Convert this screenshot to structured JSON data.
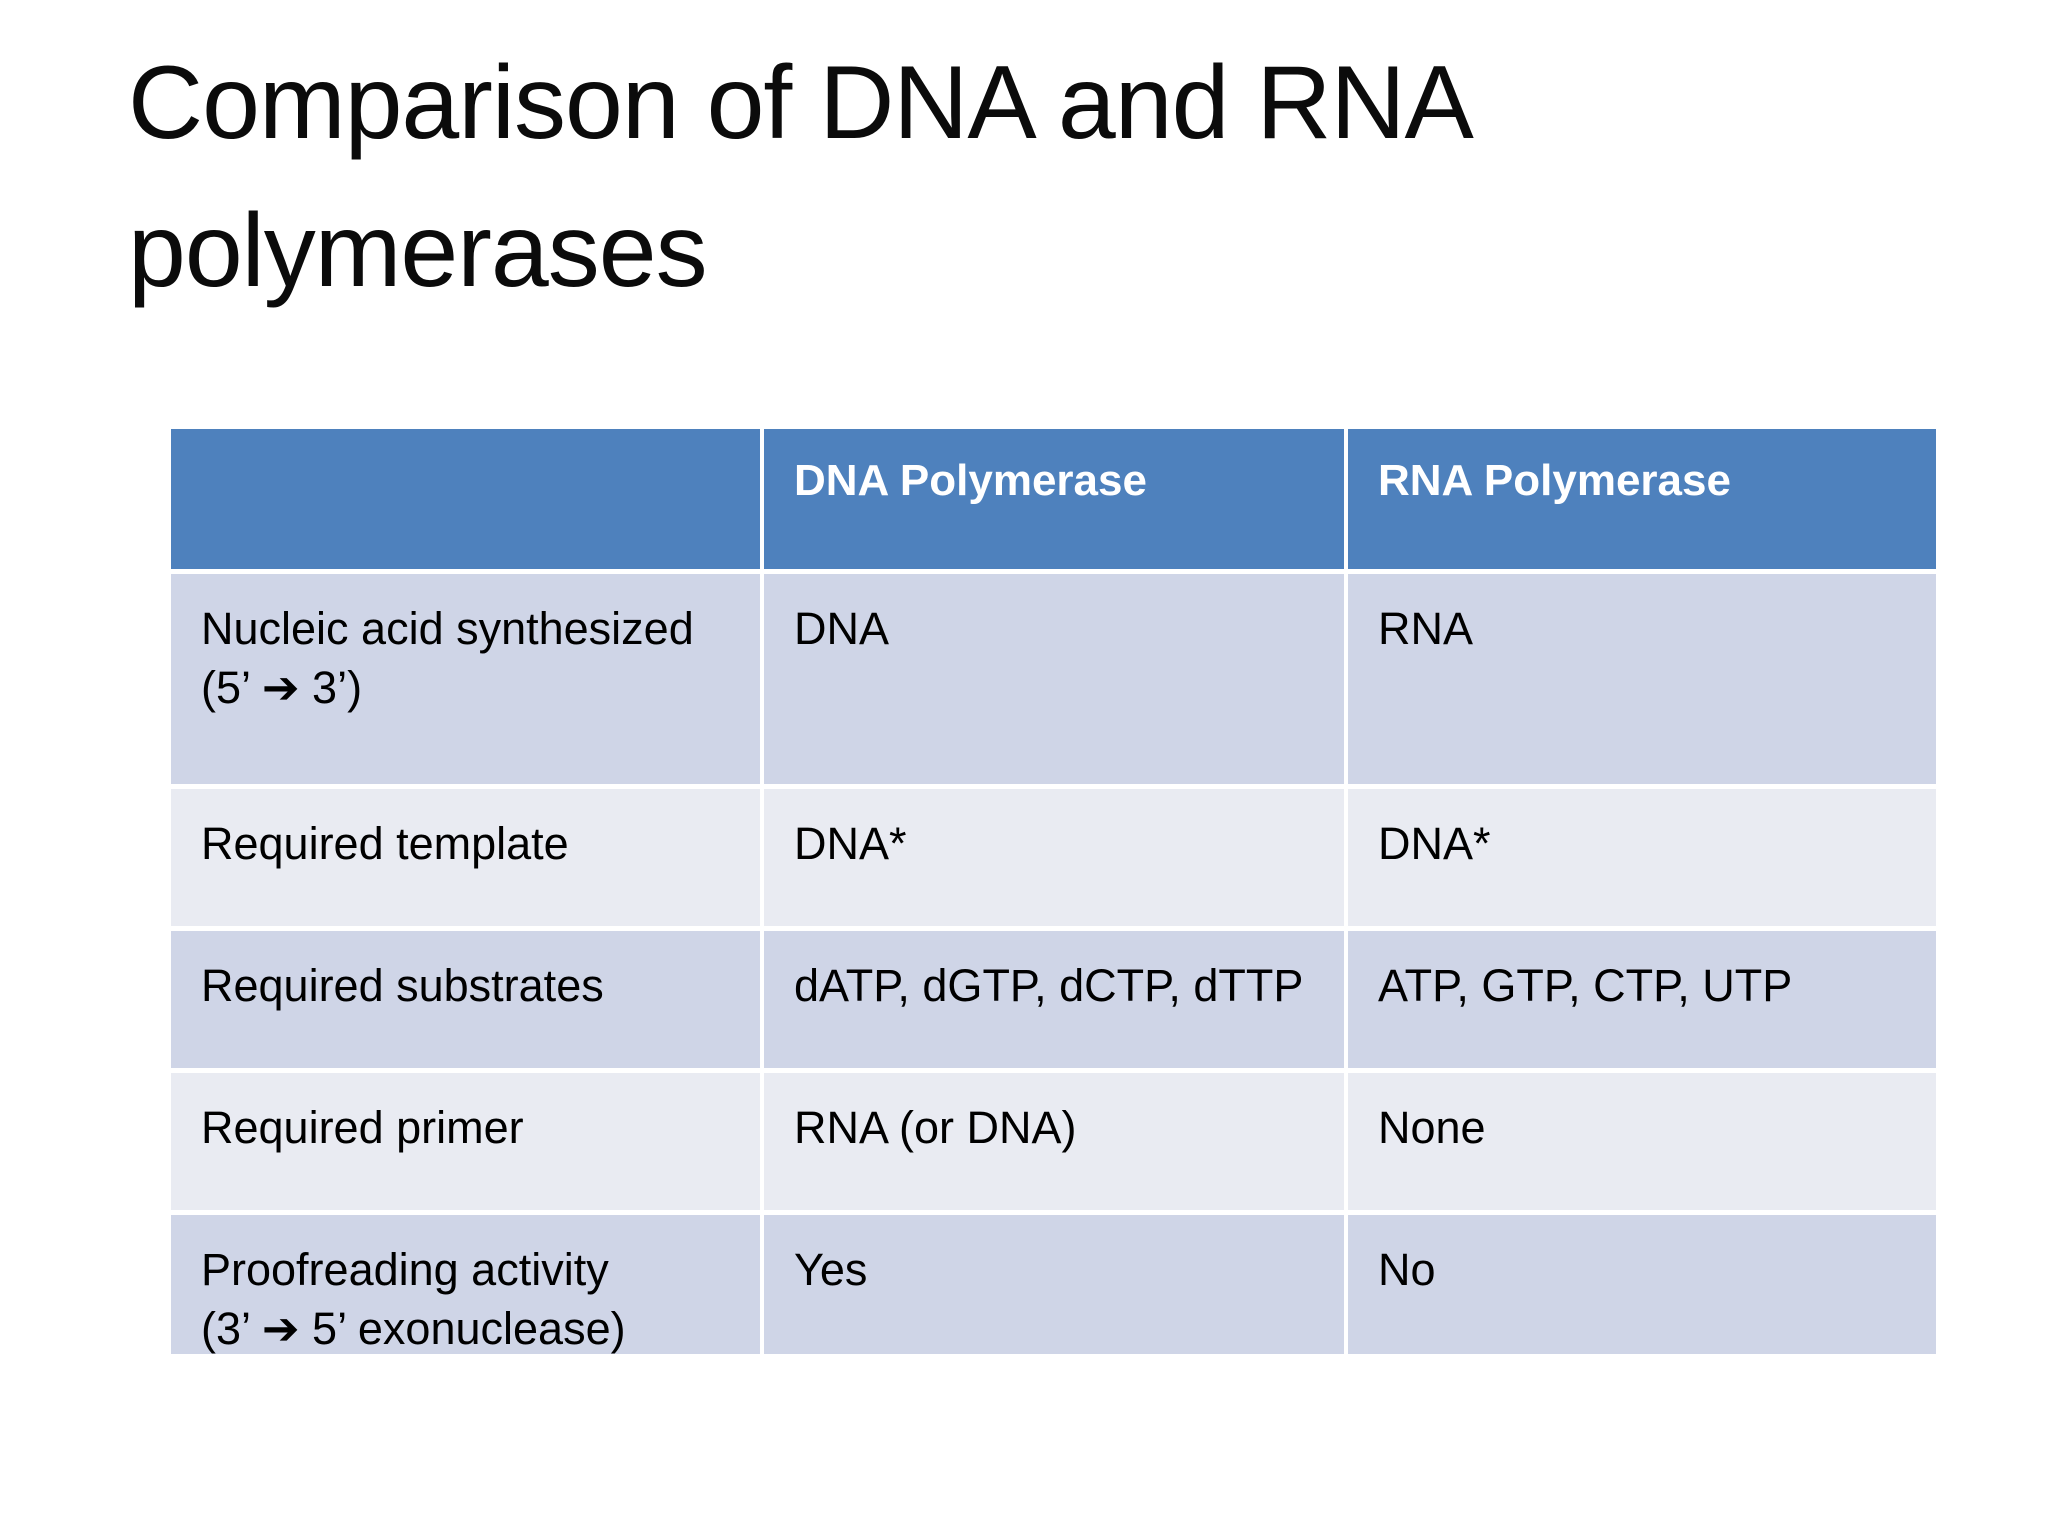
{
  "title": {
    "text": "Comparison of DNA and RNA polymerases",
    "lines": [
      "Comparison of DNA and RNA",
      "polymerases"
    ]
  },
  "table": {
    "header": {
      "row_label_column": "",
      "col_dna": "DNA Polymerase",
      "col_rna": "RNA Polymerase"
    },
    "rows": [
      {
        "label": "Nucleic acid synthesized\n(5’ ➔ 3’)",
        "dna": "DNA",
        "rna": "RNA"
      },
      {
        "label": "Required template",
        "dna": "DNA*",
        "rna": "DNA*"
      },
      {
        "label": "Required substrates",
        "dna": "dATP, dGTP, dCTP, dTTP",
        "rna": "ATP, GTP, CTP, UTP"
      },
      {
        "label": "Required primer",
        "dna": "RNA (or DNA)",
        "rna": "None"
      },
      {
        "label": "Proofreading activity\n(3’ ➔ 5’ exonuclease)",
        "dna": "Yes",
        "rna": "No"
      }
    ]
  },
  "colors": {
    "slide_bg": "#FFFFFF",
    "header_bg": "#4E81BD",
    "header_text": "#FFFFFF",
    "band_dark": "#CFD5E7",
    "band_light": "#E9EBF2",
    "body_text": "#000000",
    "title_text": "#0B0B0B"
  }
}
